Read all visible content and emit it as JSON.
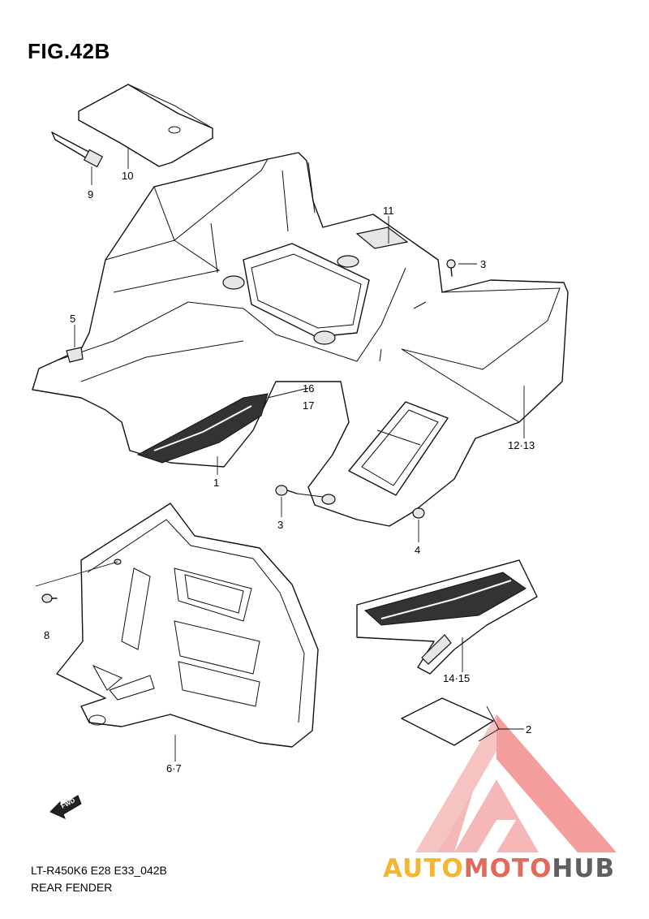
{
  "figure": {
    "title": "FIG.42B",
    "model_code": "LT-R450K6 E28 E33_042B",
    "section_name": "REAR FENDER"
  },
  "callouts": [
    "10",
    "9",
    "11",
    "3",
    "5",
    "16",
    "17",
    "12-13",
    "1",
    "3",
    "4",
    "8",
    "14-15",
    "2",
    "6-7"
  ],
  "fwd_label": "FWD",
  "watermark": {
    "brand_part1": "AUTO",
    "brand_part2": "MOTO",
    "brand_part3": "HUB",
    "colors": {
      "auto": "#f2b632",
      "moto": "#e06a5c",
      "hub": "#5f5f5f",
      "triangle": "#f08a8a"
    }
  },
  "icons": [
    "fwd-arrow-icon",
    "triangle-logo-icon"
  ]
}
